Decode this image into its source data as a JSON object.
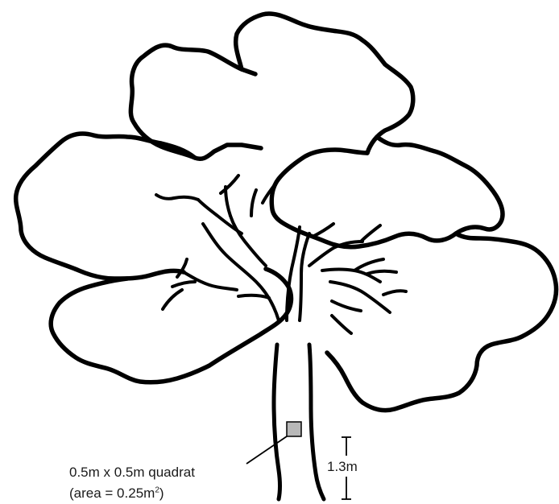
{
  "labels": {
    "quadrat_line1": "0.5m x 0.5m quadrat",
    "quadrat_line2_prefix": "(area = 0.25m",
    "quadrat_line2_sup": "2",
    "quadrat_line2_suffix": ")",
    "height": "1.3m"
  },
  "colors": {
    "outline": "#000000",
    "quadrat_fill": "#b8b8b8"
  }
}
